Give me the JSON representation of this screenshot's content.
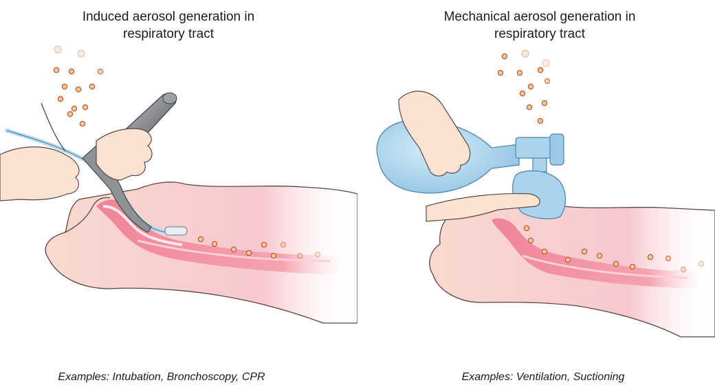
{
  "panels": [
    {
      "title": "Induced aerosol generation in\nrespiratory tract",
      "caption": "Examples: Intubation, Bronchoscopy, CPR"
    },
    {
      "title": "Mechanical aerosol generation in\nrespiratory tract",
      "caption": "Examples: Ventilation, Suctioning"
    }
  ],
  "colors": {
    "skin": "#f9d9cf",
    "skin_outline": "#5b4540",
    "airway": "#f08497",
    "airway_light": "#f6b8c2",
    "particle_fill": "#f5c99a",
    "particle_outline": "#c0552b",
    "metal": "#7d7f82",
    "bag_blue": "#a9d4ee",
    "bag_outline": "#4f86ad"
  }
}
